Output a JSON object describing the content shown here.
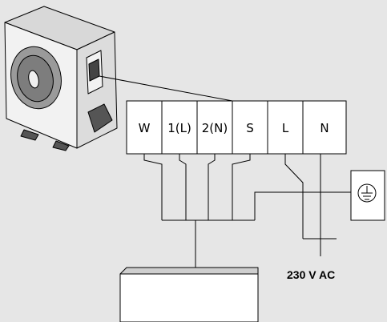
{
  "terminal_block": {
    "terminals": [
      {
        "id": "w",
        "label": "W"
      },
      {
        "id": "1l",
        "label": "1(L)"
      },
      {
        "id": "2n",
        "label": "2(N)"
      },
      {
        "id": "s",
        "label": "S"
      },
      {
        "id": "l",
        "label": "L"
      },
      {
        "id": "n",
        "label": "N"
      }
    ]
  },
  "supply": {
    "label": "230 V AC"
  },
  "colors": {
    "background": "#e6e6e6",
    "line": "#000000",
    "fill": "#ffffff"
  },
  "icons": {
    "outdoor_unit": "heat-pump-outdoor-unit",
    "earth_socket": "protective-earth-symbol",
    "control_unit": "indoor-control-box"
  }
}
